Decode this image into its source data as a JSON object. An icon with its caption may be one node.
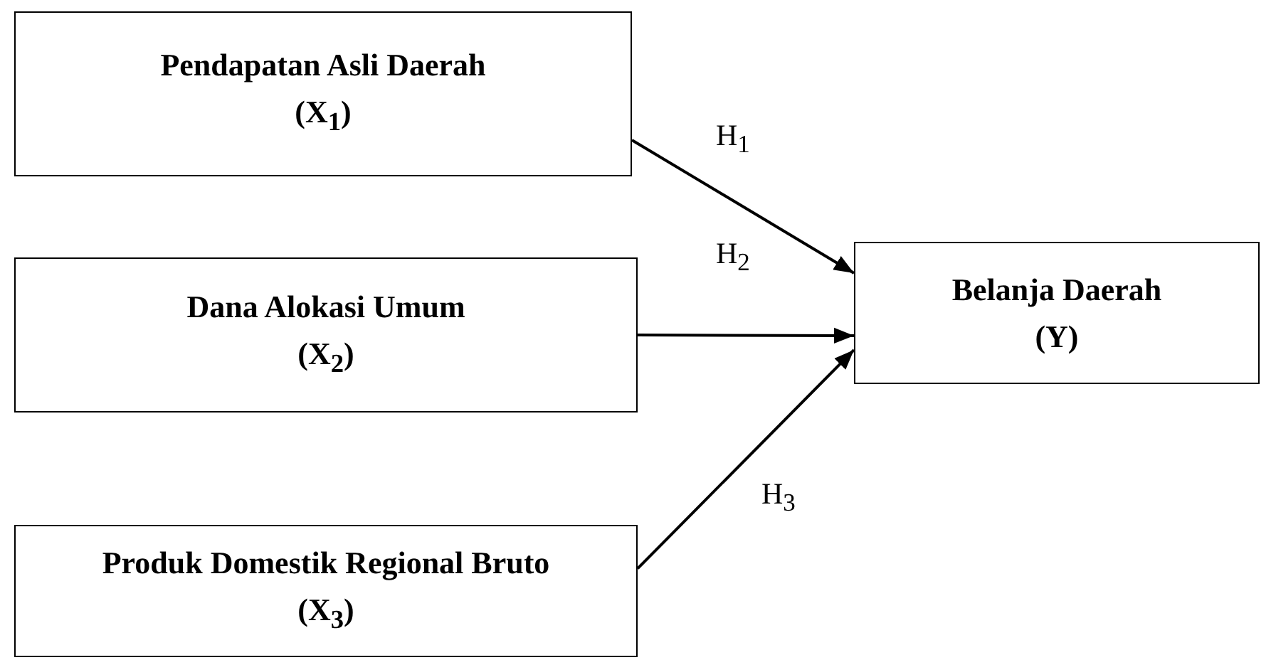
{
  "diagram": {
    "nodes": [
      {
        "text": [
          "Pendapatan Asli Daerah (X$_{1}$)"
        ]
      },
      {
        "text": [
          "Dana Alokasi Umum (X$_{2}$)"
        ]
      },
      {
        "text": [
          "Produk Domestik Regional Bruto (X$_{3}$)"
        ]
      },
      {
        "text": [
          "Belanja Daerah (Y)"
        ]
      }
    ],
    "edges": [
      {
        "from": 0,
        "to": 3,
        "arrow": "to",
        "label": "H$_{1}$"
      },
      {
        "from": 1,
        "to": 3,
        "arrow": "to",
        "label": "H$_{2}$"
      },
      {
        "from": 2,
        "to": 3,
        "arrow": "to",
        "label": "H$_{3}$"
      }
    ]
  }
}
